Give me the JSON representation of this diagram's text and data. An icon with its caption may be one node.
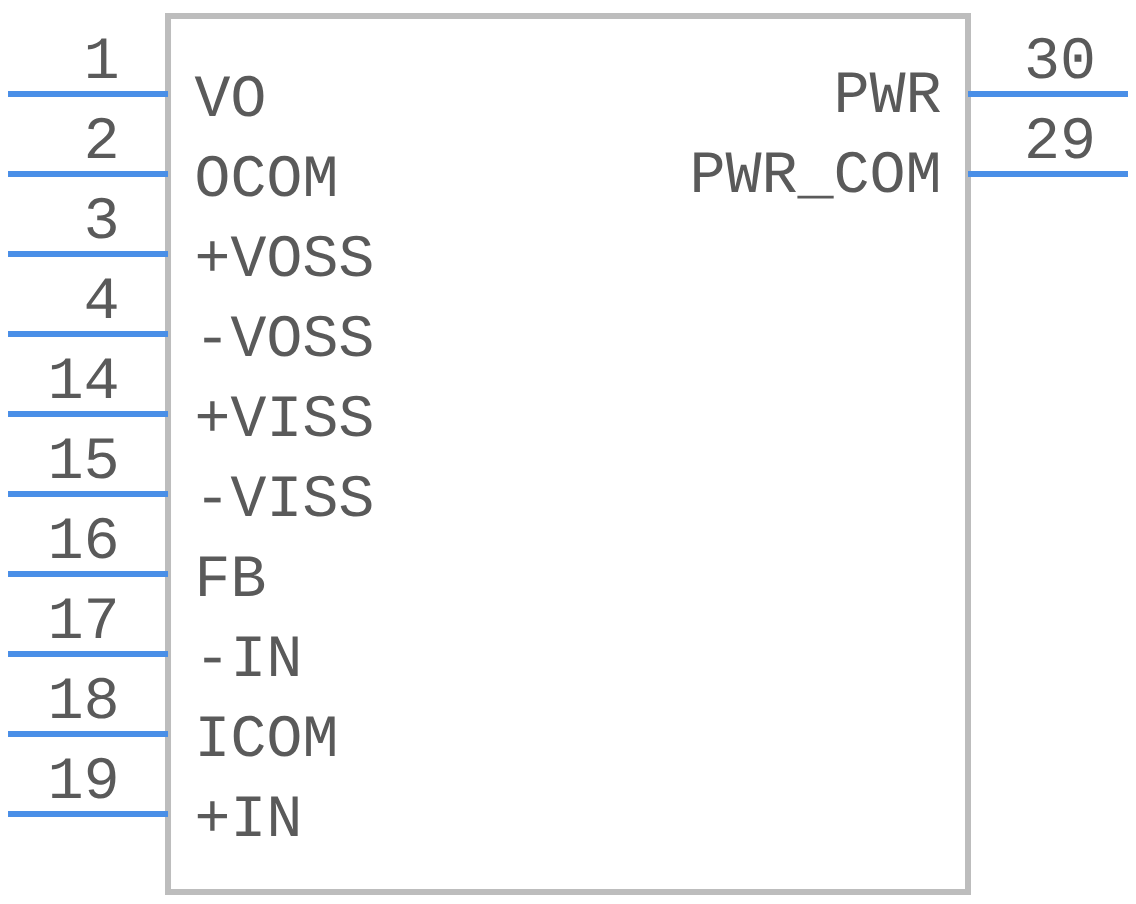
{
  "diagram": {
    "nodes": [
      {
        "text": [],
        "shape": "box"
      }
    ],
    "labels": [
      "1",
      "VO",
      "PWR",
      "30",
      "2",
      "OCOM",
      "PWR_COM",
      "29",
      "3",
      "+VOSS",
      "4",
      "-VOSS",
      "14",
      "+VISS",
      "15",
      "-VISS",
      "16",
      "FB",
      "17",
      "-IN",
      "18",
      "ICOM",
      "19",
      "+IN"
    ]
  }
}
